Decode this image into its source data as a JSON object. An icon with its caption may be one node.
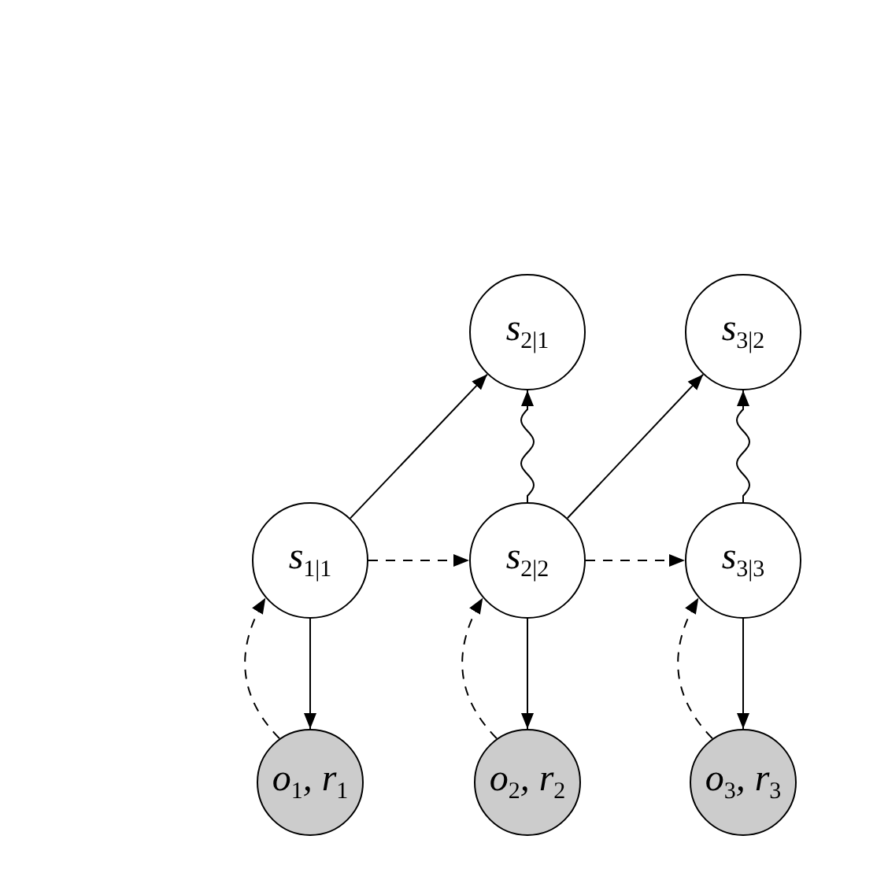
{
  "diagram": {
    "nodes": [
      {
        "text": [
          "s$_{2|1}$"
        ]
      },
      {
        "text": [
          "s$_{3|2}$"
        ]
      },
      {
        "text": [
          "s$_{1|1}$"
        ]
      },
      {
        "text": [
          "s$_{2|2}$"
        ]
      },
      {
        "text": [
          "s$_{3|3}$"
        ]
      },
      {
        "text": [
          "o$_{1}$, r$_{1}$"
        ]
      },
      {
        "text": [
          "o$_{2}$, r$_{2}$"
        ]
      },
      {
        "text": [
          "o$_{3}$, r$_{3}$"
        ]
      }
    ],
    "edges": [
      {
        "from": 2,
        "to": 0,
        "arrow": "to"
      },
      {
        "from": 3,
        "to": 0,
        "arrow": "to"
      },
      {
        "from": 3,
        "to": 1,
        "arrow": "to"
      },
      {
        "from": 4,
        "to": 1,
        "arrow": "to"
      },
      {
        "from": 2,
        "to": 3,
        "arrow": "to",
        "style": "dashed"
      },
      {
        "from": 3,
        "to": 4,
        "arrow": "to",
        "style": "dashed"
      },
      {
        "from": 2,
        "to": 5,
        "arrow": "to"
      },
      {
        "from": 5,
        "to": 2,
        "arrow": "to",
        "style": "dashed"
      },
      {
        "from": 3,
        "to": 6,
        "arrow": "to"
      },
      {
        "from": 6,
        "to": 3,
        "arrow": "to",
        "style": "dashed"
      },
      {
        "from": 4,
        "to": 7,
        "arrow": "to"
      },
      {
        "from": 7,
        "to": 4,
        "arrow": "to",
        "style": "dashed"
      }
    ]
  }
}
